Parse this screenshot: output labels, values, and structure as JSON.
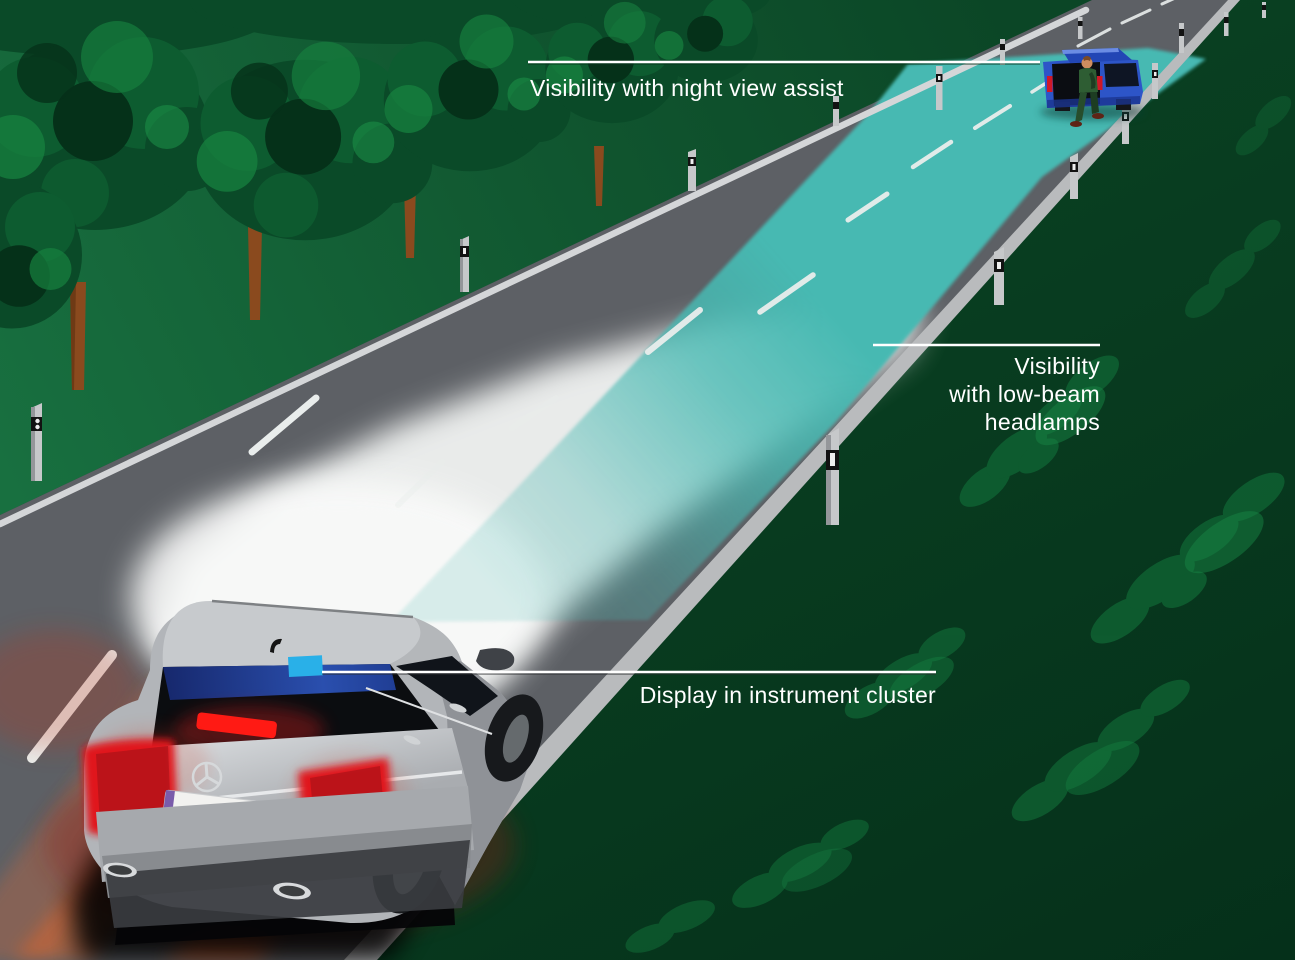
{
  "scene": {
    "labels": {
      "night_view_assist": "Visibility with night view assist",
      "low_beam": [
        "Visibility",
        "with low-beam",
        "headlamps"
      ],
      "display_cluster": "Display in instrument cluster"
    },
    "colors": {
      "label_text": "#ffffff",
      "callout_line": "#ffffff",
      "night_view_beam": "#46b9b2",
      "low_beam_light": "#eff1f0",
      "instrument_display": "#29b0e8",
      "taillight_red": "#e0161b",
      "brake_light": "#ff1a14",
      "glow_orange": "#d96632",
      "road": "#5d6065",
      "road_marking": "#e9edec",
      "road_edge_line": "#d4d6d8",
      "grass_light": "#176e3d",
      "grass_dark": "#073a1f",
      "tree_trunk": "#8a4a1e",
      "car_body_silver": "#b2b5b9",
      "parked_car_blue": "#2d55c8"
    }
  }
}
